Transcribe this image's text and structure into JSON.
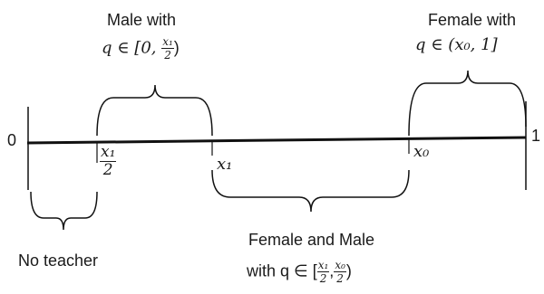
{
  "endpoints": {
    "zero": "0",
    "one": "1"
  },
  "labels": {
    "male_title": "Male with",
    "male_q": "q ∈ [0, ",
    "male_frac_num": "x₁",
    "male_frac_den": "2",
    "male_close": ")",
    "female_title": "Female with",
    "female_q": "q ∈ (x₀, 1]",
    "both_title": "Female and Male",
    "both_with": "with q ∈ [",
    "both_frac1_num": "x₁",
    "both_frac1_den": "2",
    "both_sep": ",",
    "both_frac2_num": "x₀",
    "both_frac2_den": "2",
    "both_close": ")",
    "no_teacher": "No teacher"
  },
  "ticks": {
    "half_x1_num": "x₁",
    "half_x1_den": "2",
    "x1": "x₁",
    "x0": "x₀"
  }
}
